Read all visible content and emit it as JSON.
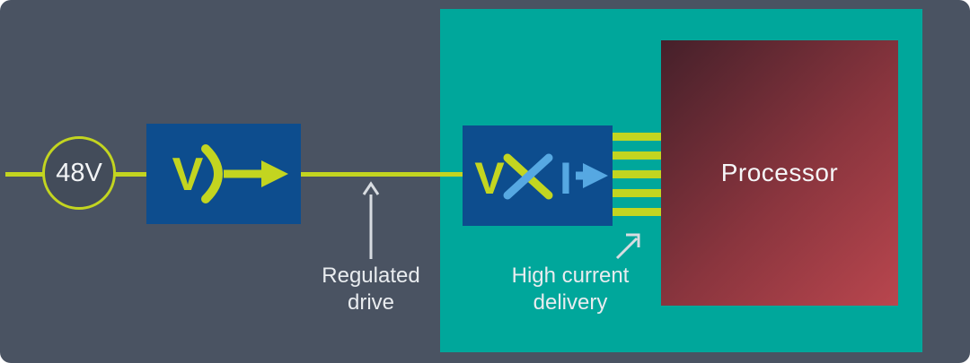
{
  "diagram": {
    "source": {
      "label": "48V"
    },
    "regulator": {
      "symbol": "V"
    },
    "converter": {
      "v_symbol": "V",
      "i_symbol": "I"
    },
    "processor": {
      "label": "Processor"
    },
    "annotations": {
      "regulated_line1": "Regulated",
      "regulated_line2": "drive",
      "current_line1": "High current",
      "current_line2": "delivery"
    }
  },
  "colors": {
    "background": "#4a5362",
    "teal_panel": "#00a79b",
    "lime_accent": "#c3d520",
    "blue_box": "#0d4d8e",
    "light_blue": "#56a8e2",
    "processor_gradient_dark": "#45202a",
    "processor_gradient_red": "#b9464e",
    "text": "#e9ecef"
  }
}
